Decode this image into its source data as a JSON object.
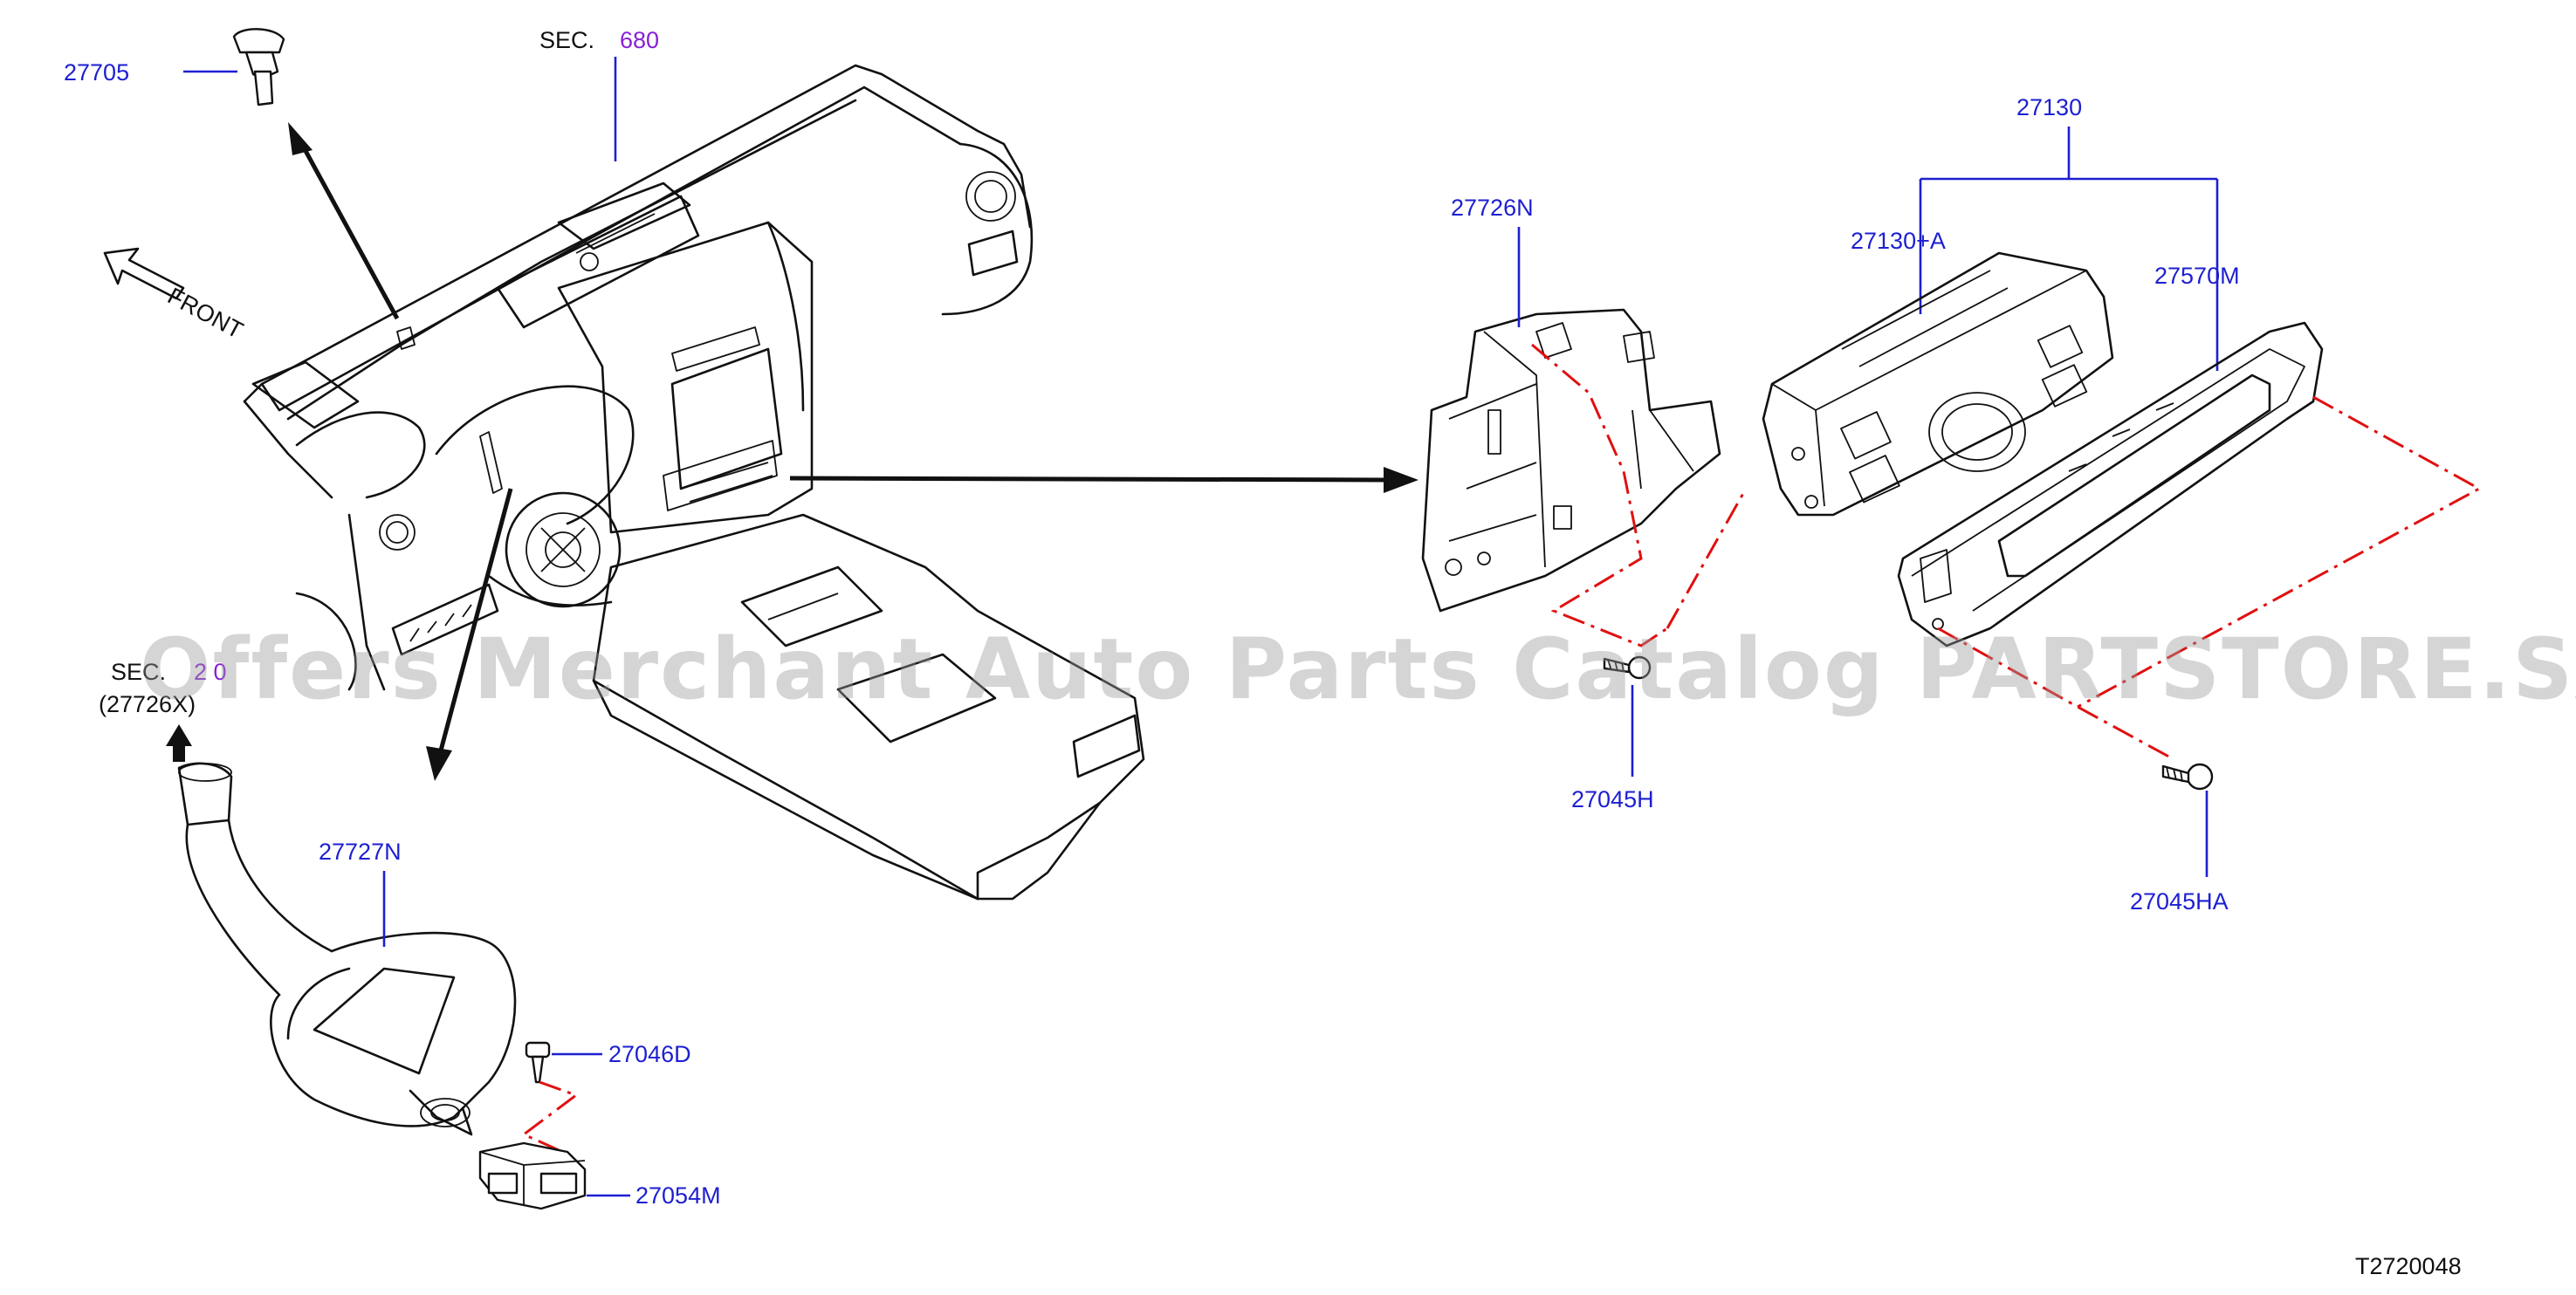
{
  "labels": {
    "sec_680_prefix": "SEC.",
    "sec_680_num": "680",
    "p27705": "27705",
    "front": "FRONT",
    "sec_270_prefix": "SEC.",
    "sec_270_num": "2 0",
    "sec_270_ref": "(27726X)",
    "p27727n": "27727N",
    "p27046d": "27046D",
    "p27054m": "27054M",
    "p27726n": "27726N",
    "p27045h": "27045H",
    "p27130": "27130",
    "p27130a": "27130+A",
    "p27570m": "27570M",
    "p27045ha": "27045HA",
    "figure_id": "T2720048"
  },
  "watermark": "Offers Merchant Auto Parts Catalog PARTSTORE.SA",
  "colors": {
    "part_number": "#1d1fd1",
    "section_ref": "#8a1fd6",
    "linework": "#111111",
    "phantom_line": "#e01010",
    "watermark": "#9a9a9a"
  }
}
